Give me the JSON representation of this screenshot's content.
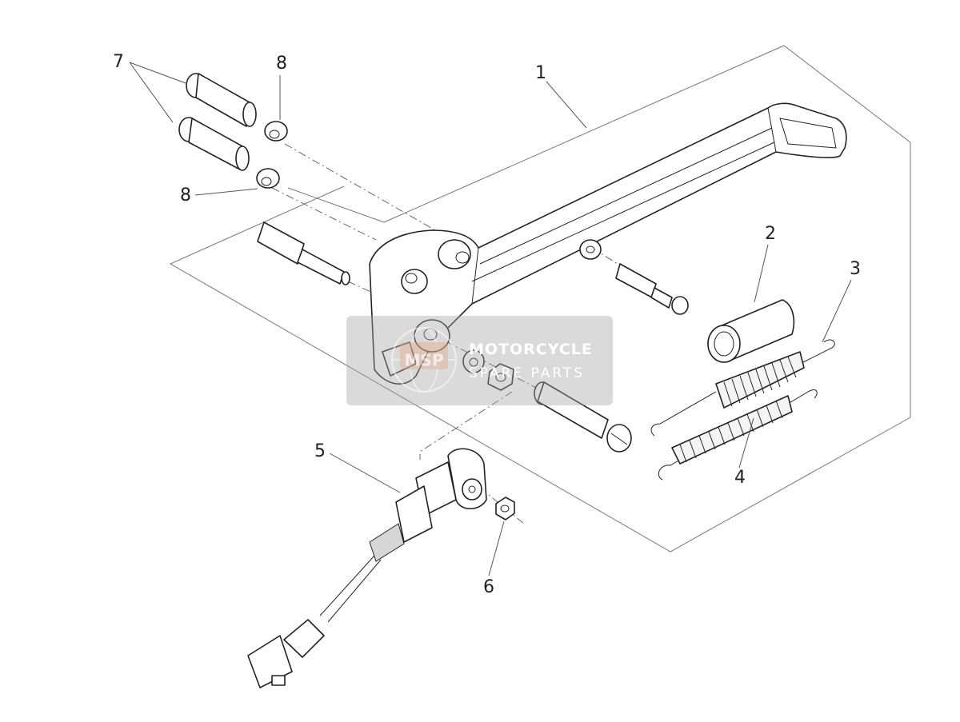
{
  "diagram": {
    "parts": [
      {
        "id": "part-1",
        "number": "1"
      },
      {
        "id": "part-2",
        "number": "2"
      },
      {
        "id": "part-3",
        "number": "3"
      },
      {
        "id": "part-4",
        "number": "4"
      },
      {
        "id": "part-5",
        "number": "5"
      },
      {
        "id": "part-6",
        "number": "6"
      },
      {
        "id": "part-7",
        "number": "7"
      },
      {
        "id": "part-8-top",
        "number": "8"
      },
      {
        "id": "part-8-bottom",
        "number": "8"
      }
    ]
  },
  "watermark": {
    "line1": "MOTORCYCLE",
    "line2": "SPARE PARTS",
    "logo_text": "MSP",
    "colors": {
      "box": "#a8a8a8",
      "logo": "#e8a07a",
      "text": "#ffffff"
    }
  },
  "colors": {
    "lines": "#222222",
    "leaders": "#555555",
    "background": "#ffffff"
  }
}
